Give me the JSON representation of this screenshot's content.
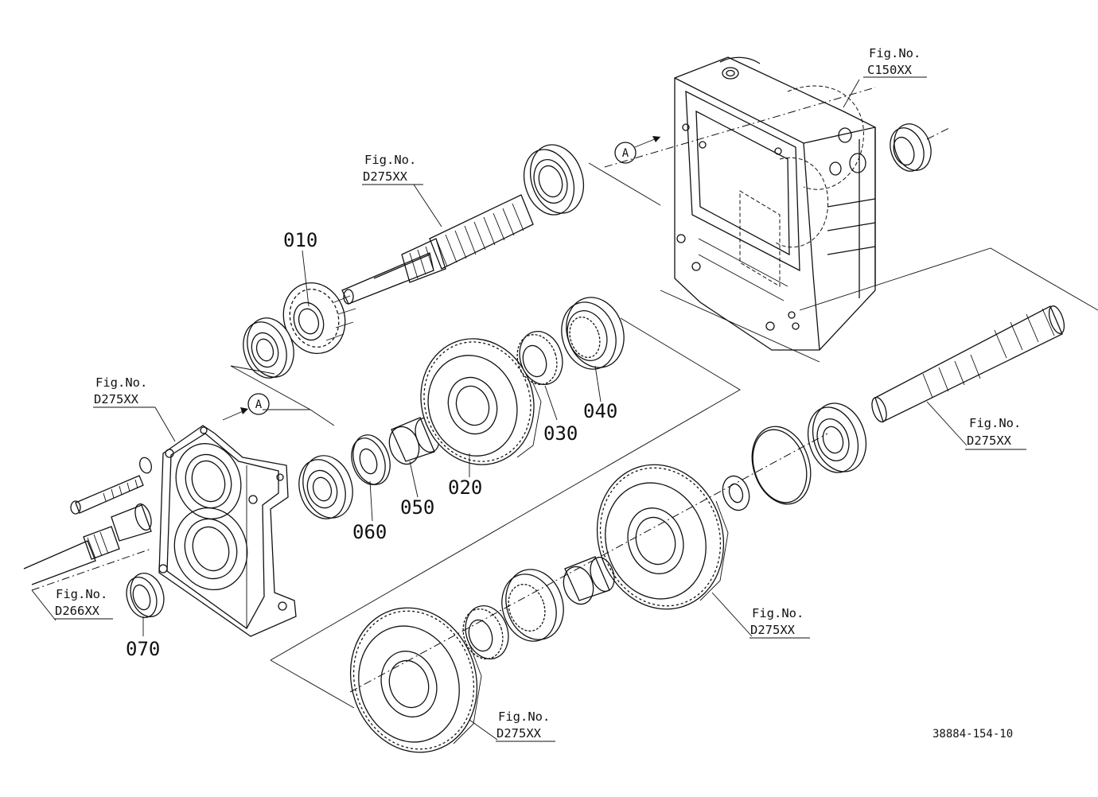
{
  "diagram": {
    "drawing_number": "38884-154-10",
    "view_marker": "A",
    "part_numbers": [
      "010",
      "020",
      "030",
      "040",
      "050",
      "060",
      "070"
    ],
    "figure_refs": [
      {
        "line1": "Fig.No.",
        "line2": "C150XX"
      },
      {
        "line1": "Fig.No.",
        "line2": "D275XX"
      },
      {
        "line1": "Fig.No.",
        "line2": "D275XX"
      },
      {
        "line1": "Fig.No.",
        "line2": "D266XX"
      },
      {
        "line1": "Fig.No.",
        "line2": "D275XX"
      },
      {
        "line1": "Fig.No.",
        "line2": "D275XX"
      },
      {
        "line1": "Fig.No.",
        "line2": "D275XX"
      }
    ]
  }
}
